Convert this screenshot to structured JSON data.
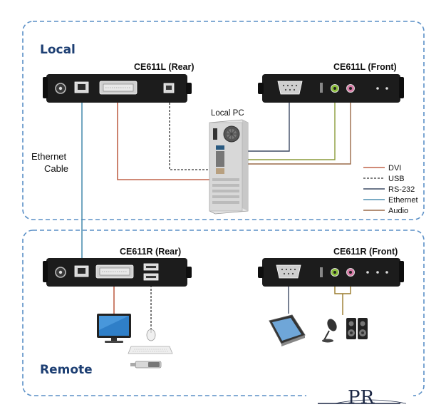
{
  "zones": {
    "local_label": "Local",
    "remote_label": "Remote"
  },
  "devices": {
    "local_rear": "CE611L (Rear)",
    "local_front": "CE611L (Front)",
    "remote_rear": "CE611R (Rear)",
    "remote_front": "CE611R (Front)",
    "local_pc": "Local PC"
  },
  "cable_label": {
    "line1": "Ethernet",
    "line2": "Cable"
  },
  "legend": [
    {
      "label": "DVI",
      "color": "#c0634a",
      "style": "solid"
    },
    {
      "label": "USB",
      "color": "#333333",
      "style": "dashed"
    },
    {
      "label": "RS-232",
      "color": "#3d4a63",
      "style": "solid"
    },
    {
      "label": "Ethernet",
      "color": "#4f8fb0",
      "style": "solid"
    },
    {
      "label": "Audio",
      "color": "#9a6a48",
      "style": "solid"
    }
  ],
  "colors": {
    "frame": "#5a8fc6",
    "dvi": "#c0634a",
    "usb": "#333333",
    "rs232": "#3d4a63",
    "ethernet": "#4f8fb0",
    "audio_green": "#8c9c3c",
    "audio_pink": "#b06080",
    "device_body": "#1c1c1c"
  },
  "logo_text": "PR"
}
